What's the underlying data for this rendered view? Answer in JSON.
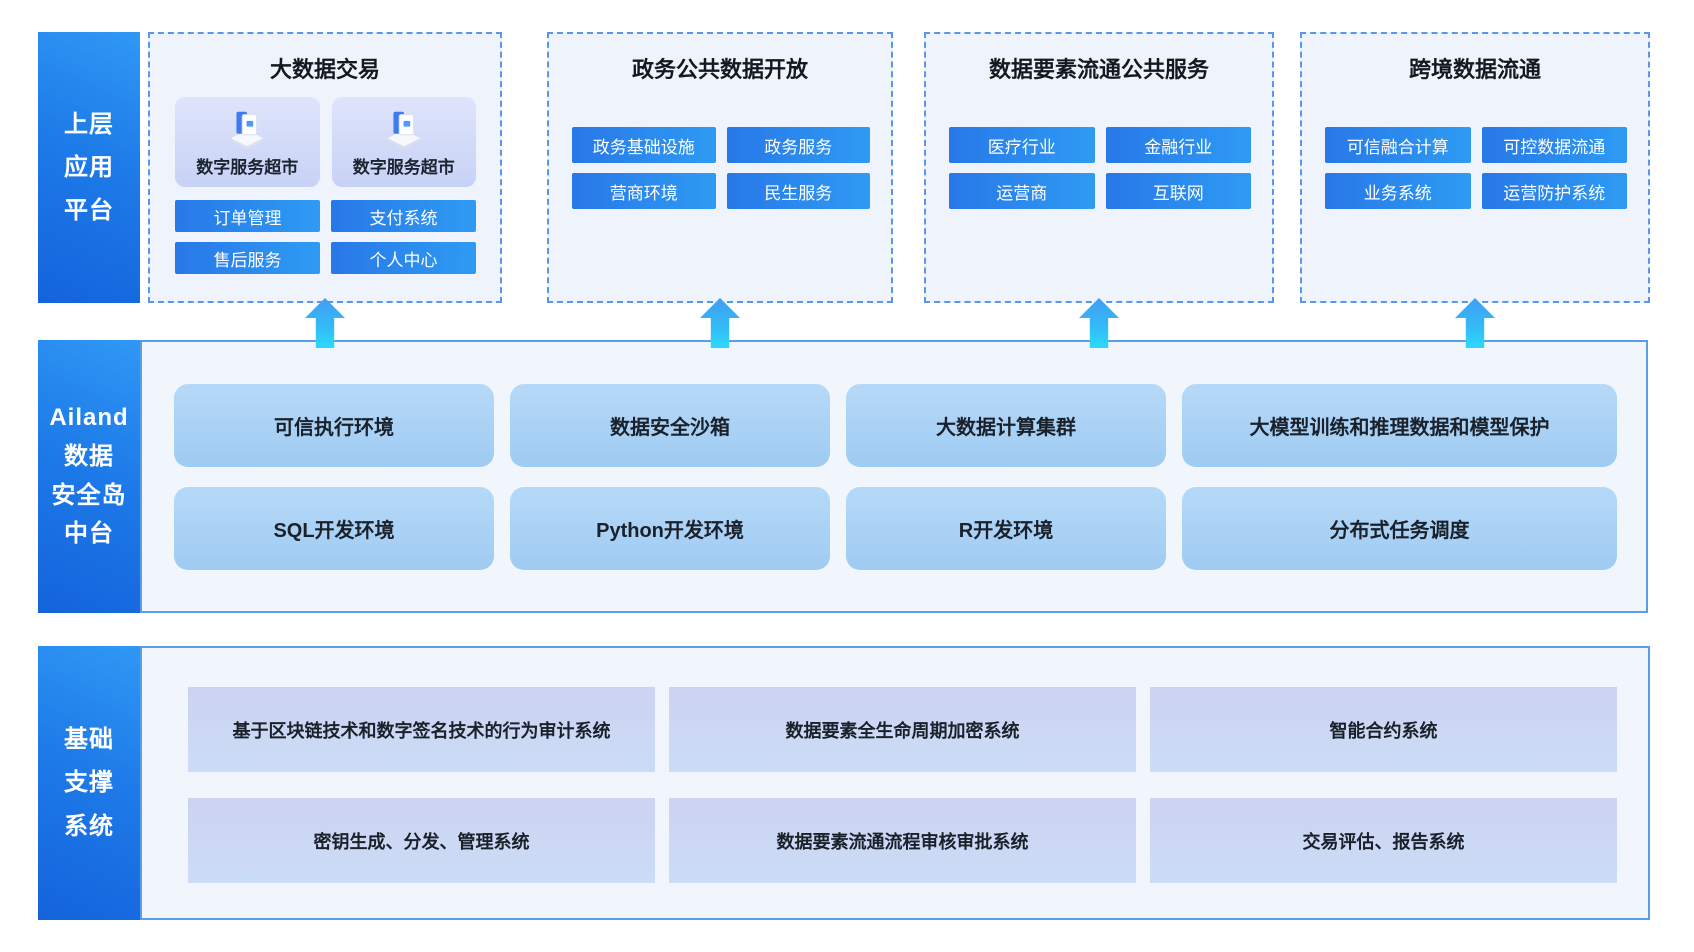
{
  "colors": {
    "sidebar_gradient": [
      "#2F98F5",
      "#1463DC"
    ],
    "chip_gradient": [
      "#2878E8",
      "#2E9BF3"
    ],
    "dashed_border": "#5A97EA",
    "panel_border": "#5C9DE9",
    "panel_background": "#F1F5FC",
    "dashed_box_background": "#EFF4FC",
    "middle_block_gradient": [
      "#B6D9F8",
      "#9FCBF2"
    ],
    "bottom_block_gradient": [
      "#CDD3F1",
      "#CBDCF7"
    ],
    "icon_card_gradient": [
      "#DEE4FB",
      "#C7D2F6"
    ],
    "arrow_gradient": [
      "#419DF3",
      "#2BD9FB"
    ]
  },
  "top_section": {
    "label_lines": [
      "上层",
      "应用",
      "平台"
    ],
    "boxes": [
      {
        "title": "大数据交易",
        "cards": [
          {
            "label": "数字服务超市"
          },
          {
            "label": "数字服务超市"
          }
        ],
        "buttons": [
          "订单管理",
          "支付系统",
          "售后服务",
          "个人中心"
        ]
      },
      {
        "title": "政务公共数据开放",
        "buttons": [
          "政务基础设施",
          "政务服务",
          "营商环境",
          "民生服务"
        ]
      },
      {
        "title": "数据要素流通公共服务",
        "buttons": [
          "医疗行业",
          "金融行业",
          "运营商",
          "互联网"
        ]
      },
      {
        "title": "跨境数据流通",
        "buttons": [
          "可信融合计算",
          "可控数据流通",
          "业务系统",
          "运营防护系统"
        ]
      }
    ]
  },
  "middle_section": {
    "label_lines": [
      "Ailand",
      "数据",
      "安全岛",
      "中台"
    ],
    "blocks_row1": [
      "可信执行环境",
      "数据安全沙箱",
      "大数据计算集群",
      "大模型训练和推理数据和模型保护"
    ],
    "blocks_row2": [
      "SQL开发环境",
      "Python开发环境",
      "R开发环境",
      "分布式任务调度"
    ]
  },
  "bottom_section": {
    "label_lines": [
      "基础",
      "支撑",
      "系统"
    ],
    "blocks_row1": [
      "基于区块链技术和数字签名技术的行为审计系统",
      "数据要素全生命周期加密系统",
      "智能合约系统"
    ],
    "blocks_row2": [
      "密钥生成、分发、管理系统",
      "数据要素流通流程审核审批系统",
      "交易评估、报告系统"
    ]
  }
}
